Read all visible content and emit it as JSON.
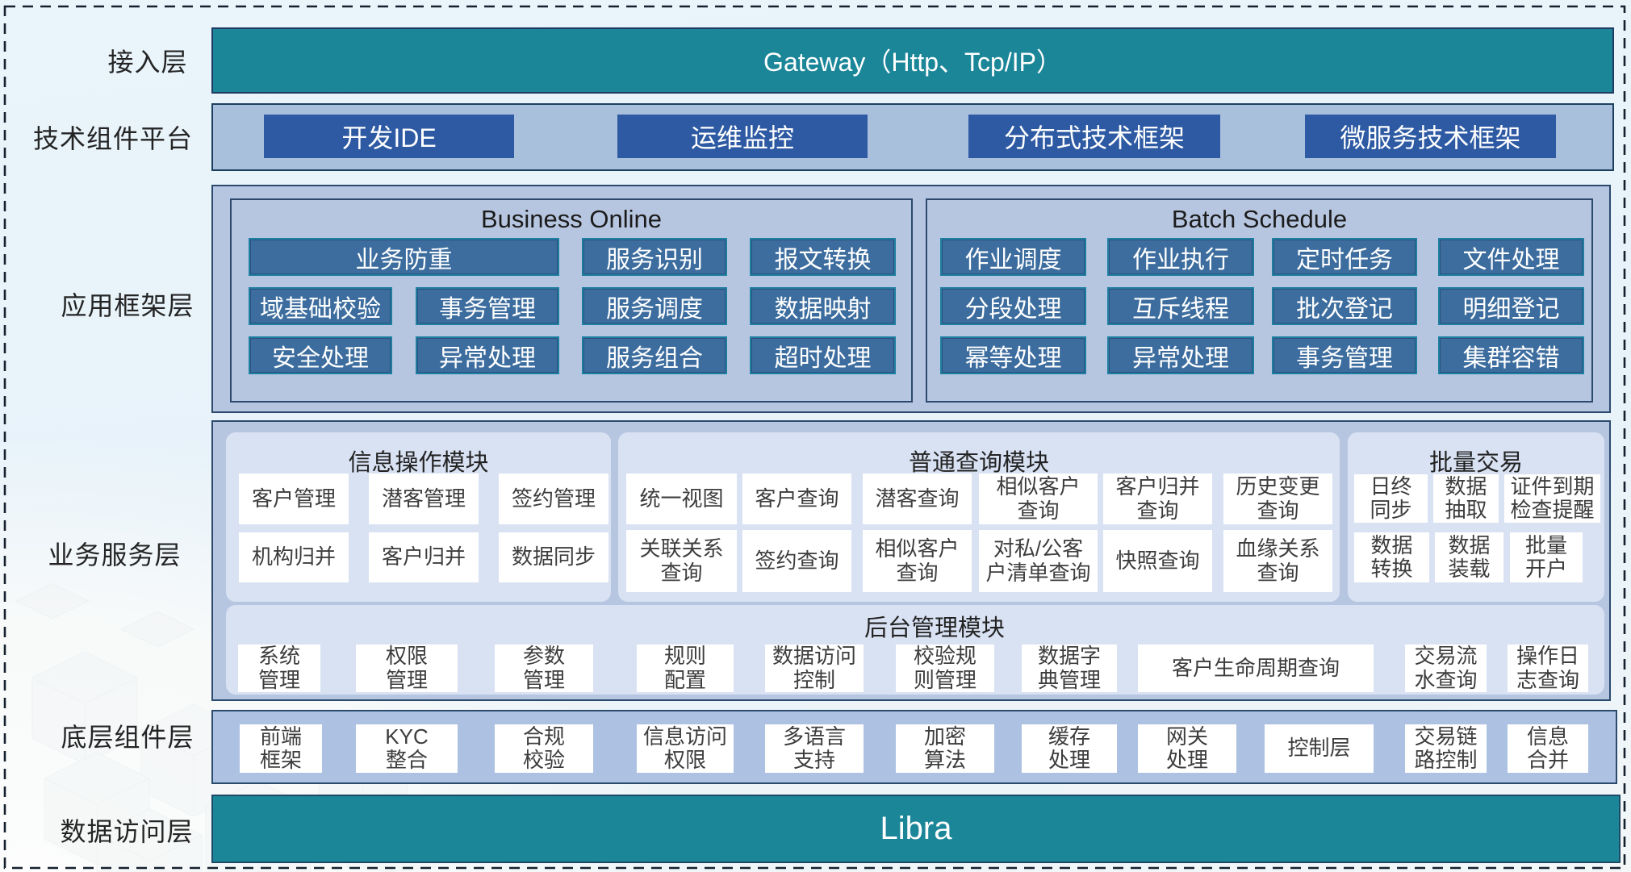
{
  "left_labels": [
    "接入层",
    "技术组件平台",
    "应用框架层",
    "业务服务层",
    "底层组件层",
    "数据访问层"
  ],
  "gateway": {
    "label": "Gateway（Http、Tcp/IP）"
  },
  "tech_platform": {
    "buttons": [
      "开发IDE",
      "运维监控",
      "分布式技术框架",
      "微服务技术框架"
    ]
  },
  "app_framework": {
    "business_online": {
      "title": "Business Online",
      "buttons": [
        "业务防重",
        "服务识别",
        "报文转换",
        "域基础校验",
        "事务管理",
        "服务调度",
        "数据映射",
        "安全处理",
        "异常处理",
        "服务组合",
        "超时处理"
      ]
    },
    "batch_schedule": {
      "title": "Batch Schedule",
      "buttons": [
        "作业调度",
        "作业执行",
        "定时任务",
        "文件处理",
        "分段处理",
        "互斥线程",
        "批次登记",
        "明细登记",
        "幂等处理",
        "异常处理",
        "事务管理",
        "集群容错"
      ]
    }
  },
  "business_service": {
    "info_operation": {
      "title": "信息操作模块",
      "buttons": [
        "客户管理",
        "潜客管理",
        "签约管理",
        "机构归并",
        "客户归并",
        "数据同步"
      ]
    },
    "common_query": {
      "title": "普通查询模块",
      "buttons": [
        "统一视图",
        "客户查询",
        "潜客查询",
        "相似客户\n查询",
        "客户归并\n查询",
        "历史变更\n查询",
        "关联关系\n查询",
        "签约查询",
        "相似客户\n查询",
        "对私/公客\n户清单查询",
        "快照查询",
        "血缘关系\n查询"
      ]
    },
    "batch_transaction": {
      "title": "批量交易",
      "buttons": [
        "日终\n同步",
        "数据\n抽取",
        "证件到期\n检查提醒",
        "数据\n转换",
        "数据\n装载",
        "批量\n开户"
      ]
    },
    "admin": {
      "title": "后台管理模块",
      "buttons": [
        "系统\n管理",
        "权限\n管理",
        "参数\n管理",
        "规则\n配置",
        "数据访问\n控制",
        "校验规\n则管理",
        "数据字\n典管理",
        "客户生命周期查询",
        "交易流\n水查询",
        "操作日\n志查询"
      ]
    }
  },
  "base_component": {
    "buttons": [
      "前端\n框架",
      "KYC\n整合",
      "合规\n校验",
      "信息访问\n权限",
      "多语言\n支持",
      "加密\n算法",
      "缓存\n处理",
      "网关\n处理",
      "控制层",
      "交易链\n路控制",
      "信息\n合并"
    ]
  },
  "data_access": {
    "label": "Libra"
  },
  "colors": {
    "teal": "#1c8699",
    "navy_button": "#2d5aa3",
    "steel_button": "#3c6d9e",
    "panel": "#b7c6e0",
    "subpanel": "#d9e2f3",
    "tech_bar": "#a9c0dc"
  }
}
